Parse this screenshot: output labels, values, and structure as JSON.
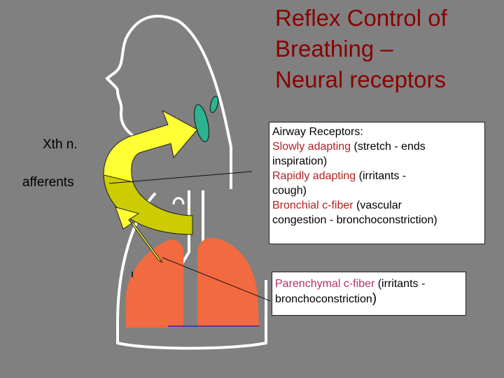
{
  "title": "Reflex Control of\nBreathing –\nNeural receptors",
  "labels": {
    "nerve": "Xth n.",
    "afferents": "afferents"
  },
  "airway_box": {
    "heading": "Airway Receptors:",
    "slow": {
      "name": "Slowly adapting",
      "desc": " (stretch - ends",
      "desc2": "inspiration)"
    },
    "rapid": {
      "name": "Rapidly adapting",
      "desc": " (irritants -",
      "desc2": "cough)"
    },
    "bronchial": {
      "name": "Bronchial c-fiber",
      "desc": " (vascular",
      "desc2": "congestion - bronchoconstriction)"
    }
  },
  "parenchymal_box": {
    "name": "Parenchymal c-fiber",
    "desc": " (irritants -",
    "desc2": "bronchoconstriction",
    "close": ")"
  },
  "colors": {
    "background": "#808080",
    "title": "#8b0000",
    "arrow": "#ffff33",
    "arrow_dark": "#cccc00",
    "brainstem": "#2db38f",
    "lung": "#f26a40"
  }
}
